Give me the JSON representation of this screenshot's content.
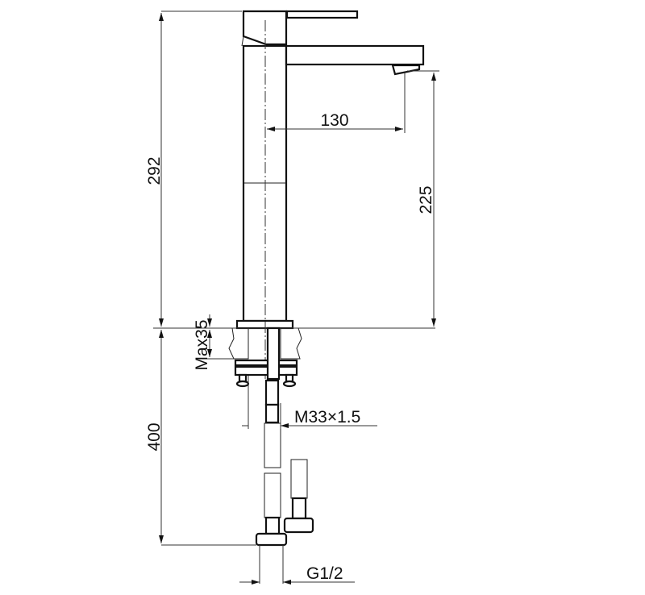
{
  "dimensions": {
    "total_height": "292",
    "spout_reach": "130",
    "spout_height": "225",
    "max_counter_thickness": "Max35",
    "hose_length": "400",
    "mount_thread": "M33×1.5",
    "hose_connection": "G1/2"
  }
}
